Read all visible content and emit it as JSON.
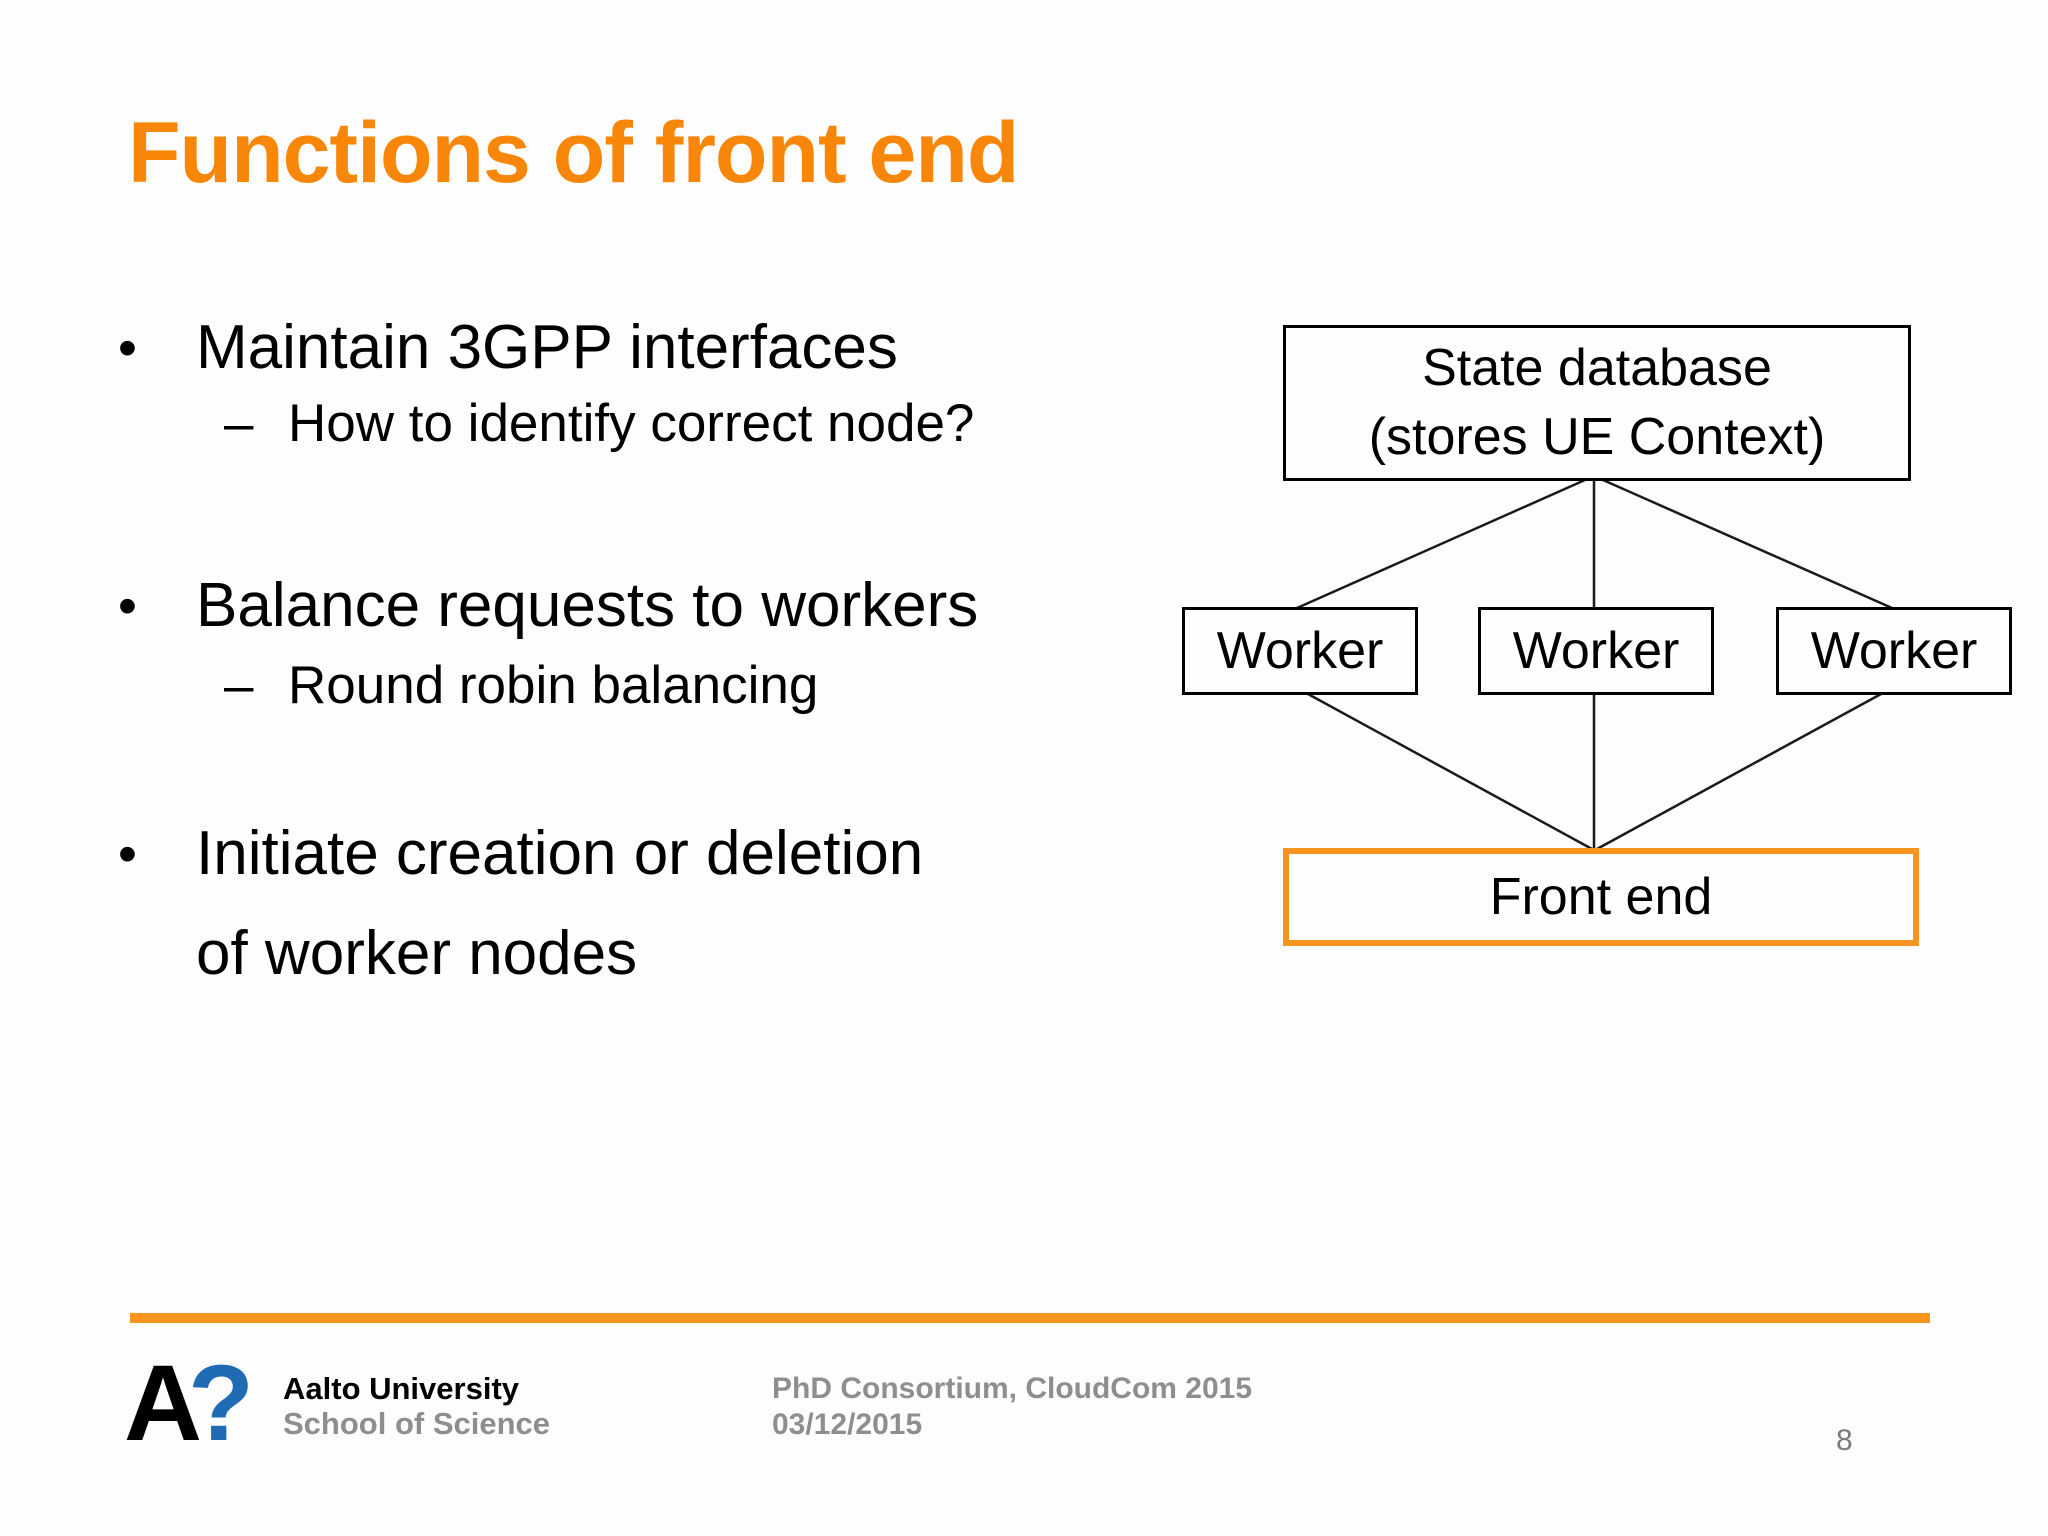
{
  "slide": {
    "title": "Functions of front end",
    "markers": {
      "bullet": "•",
      "dash": "–"
    },
    "bullets": [
      {
        "text": "Maintain 3GPP interfaces",
        "sub": "How to identify correct node?"
      },
      {
        "text": "Balance requests to workers",
        "sub": "Round robin balancing"
      },
      {
        "line1": "Initiate creation or deletion",
        "line2": "of worker nodes"
      }
    ]
  },
  "diagram": {
    "state_db": {
      "line1": "State database",
      "line2": "(stores UE Context)"
    },
    "workers": [
      "Worker",
      "Worker",
      "Worker"
    ],
    "front_end": "Front end"
  },
  "footer": {
    "logo": {
      "a": "A",
      "q": "?"
    },
    "org": {
      "line1": "Aalto University",
      "line2": "School of Science"
    },
    "event": {
      "line1": "PhD Consortium, CloudCom 2015",
      "line2": "03/12/2015"
    },
    "page_number": "8"
  },
  "colors": {
    "title_orange": "#F88608",
    "accent_orange": "#F7941E",
    "logo_blue": "#1F6CB5",
    "footer_gray": "#8E8E8E"
  }
}
